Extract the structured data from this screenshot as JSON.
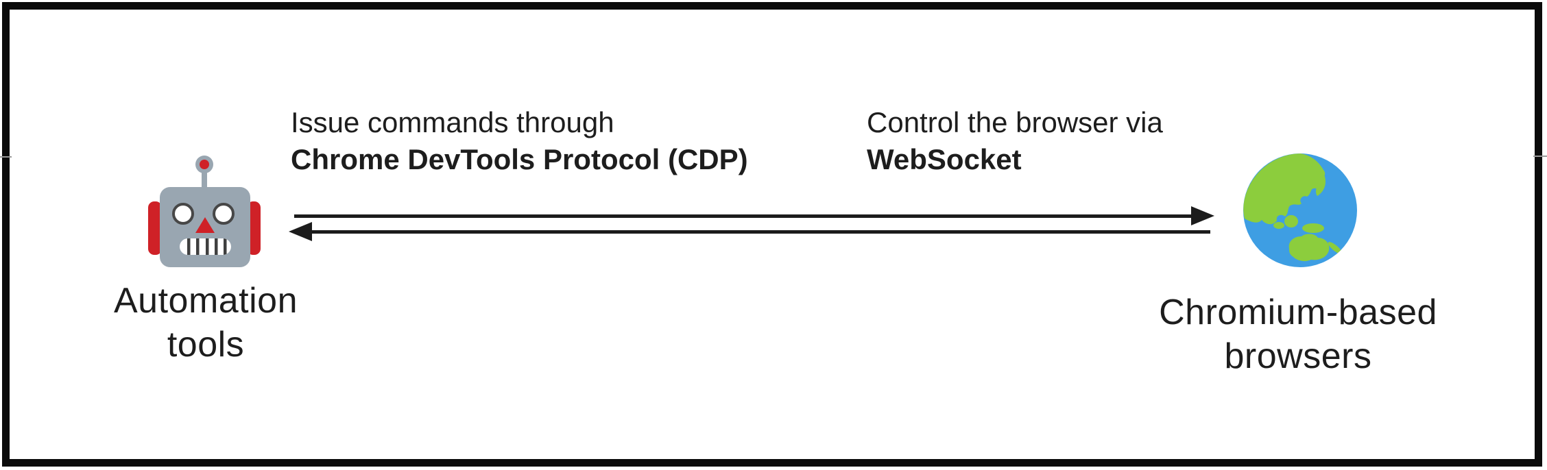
{
  "figure": {
    "type": "communication-diagram",
    "nodes": {
      "automation_tools": {
        "icon": "robot-emoji",
        "label_lines": [
          "Automation",
          "tools"
        ]
      },
      "chromium_browsers": {
        "icon": "globe-showing-asia-australia-emoji",
        "label_lines": [
          "Chromium-based",
          "browsers"
        ]
      }
    },
    "annotations": {
      "left": {
        "line1": "Issue commands through",
        "line2_bold": "Chrome DevTools Protocol (CDP)"
      },
      "right": {
        "line1": "Control the browser via",
        "line2_bold": "WebSocket"
      }
    },
    "arrows": [
      {
        "direction": "right",
        "from": "automation_tools",
        "to": "chromium_browsers"
      },
      {
        "direction": "left",
        "from": "chromium_browsers",
        "to": "automation_tools"
      }
    ],
    "colors": {
      "border": "#0b0b0b",
      "arrow": "#1c1c1c",
      "text": "#1d1d1d",
      "robot_head": "#99a6b1",
      "robot_red": "#cf2127",
      "robot_eye_ring": "#474747",
      "robot_stripe": "#3f3f3f",
      "globe_blue": "#3e9ee3",
      "globe_green": "#8ccd3d"
    }
  }
}
